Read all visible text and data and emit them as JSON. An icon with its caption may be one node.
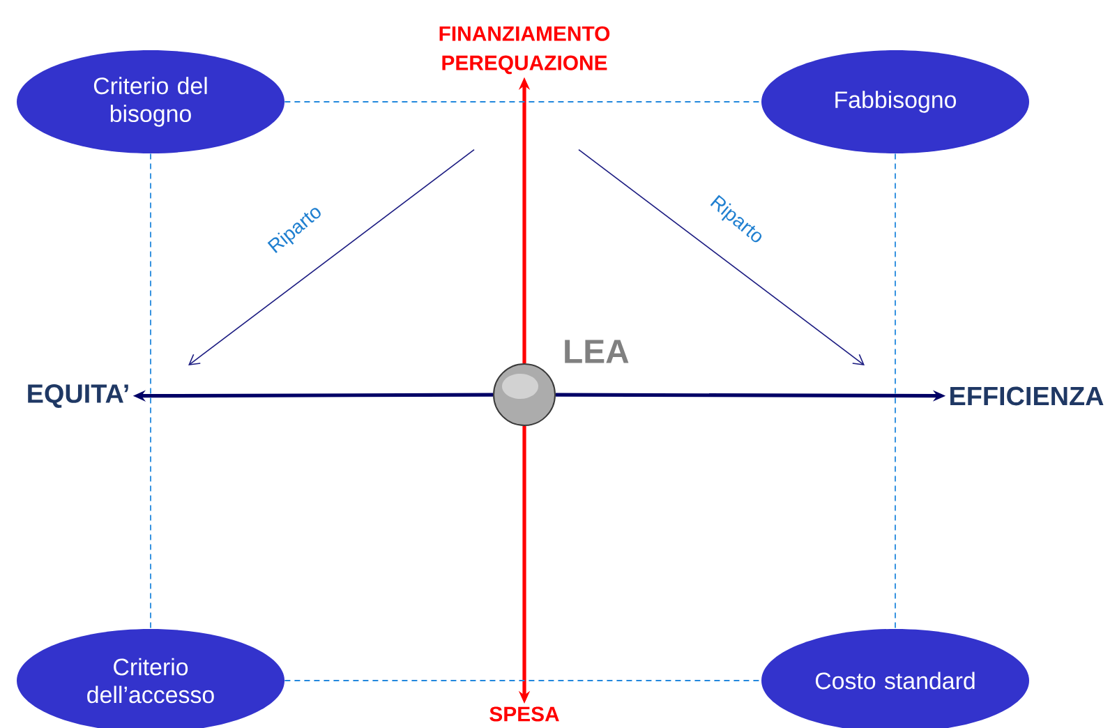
{
  "diagram": {
    "nodes": [
      {
        "text": [
          "FINANZIAMENTO PEREQUAZIONE"
        ]
      },
      {
        "text": [
          "Criterio del bisogno"
        ]
      },
      {
        "text": [
          "Fabbisogno"
        ]
      },
      {
        "text": [
          "EQUITA’"
        ]
      },
      {
        "text": [],
        "shape": "circle",
        "beside": [
          "LEA"
        ]
      },
      {
        "text": [
          "EFFICIENZA"
        ]
      },
      {
        "text": [
          "Criterio dell’accesso"
        ]
      },
      {
        "text": [
          "Costo standard"
        ]
      },
      {
        "text": [
          "SPESA"
        ]
      }
    ],
    "edges": [
      {
        "from": 4,
        "to": 0,
        "arrow": "to",
        "style": "thick",
        "color": "#ff0000"
      },
      {
        "from": 4,
        "to": 8,
        "arrow": "to",
        "style": "thick",
        "color": "#ff0000"
      },
      {
        "from": 4,
        "to": 3,
        "arrow": "to",
        "style": "thick",
        "color": "#000066"
      },
      {
        "from": 4,
        "to": 5,
        "arrow": "to",
        "style": "thick",
        "color": "#000066"
      },
      {
        "from": 1,
        "to": 2,
        "arrow": "none",
        "style": "dashed",
        "color": "#2288dd"
      },
      {
        "from": 1,
        "to": 6,
        "arrow": "none",
        "style": "dashed",
        "color": "#2288dd"
      },
      {
        "from": 2,
        "to": 7,
        "arrow": "none",
        "style": "dashed",
        "color": "#2288dd"
      },
      {
        "from": 6,
        "to": 7,
        "arrow": "none",
        "style": "dashed",
        "color": "#2288dd"
      },
      {
        "from": 0,
        "to": 3,
        "arrow": "to",
        "label": "Riparto",
        "color": "#1a1a80"
      },
      {
        "from": 0,
        "to": 5,
        "arrow": "to",
        "label": "Riparto",
        "color": "#1a1a80"
      }
    ]
  }
}
